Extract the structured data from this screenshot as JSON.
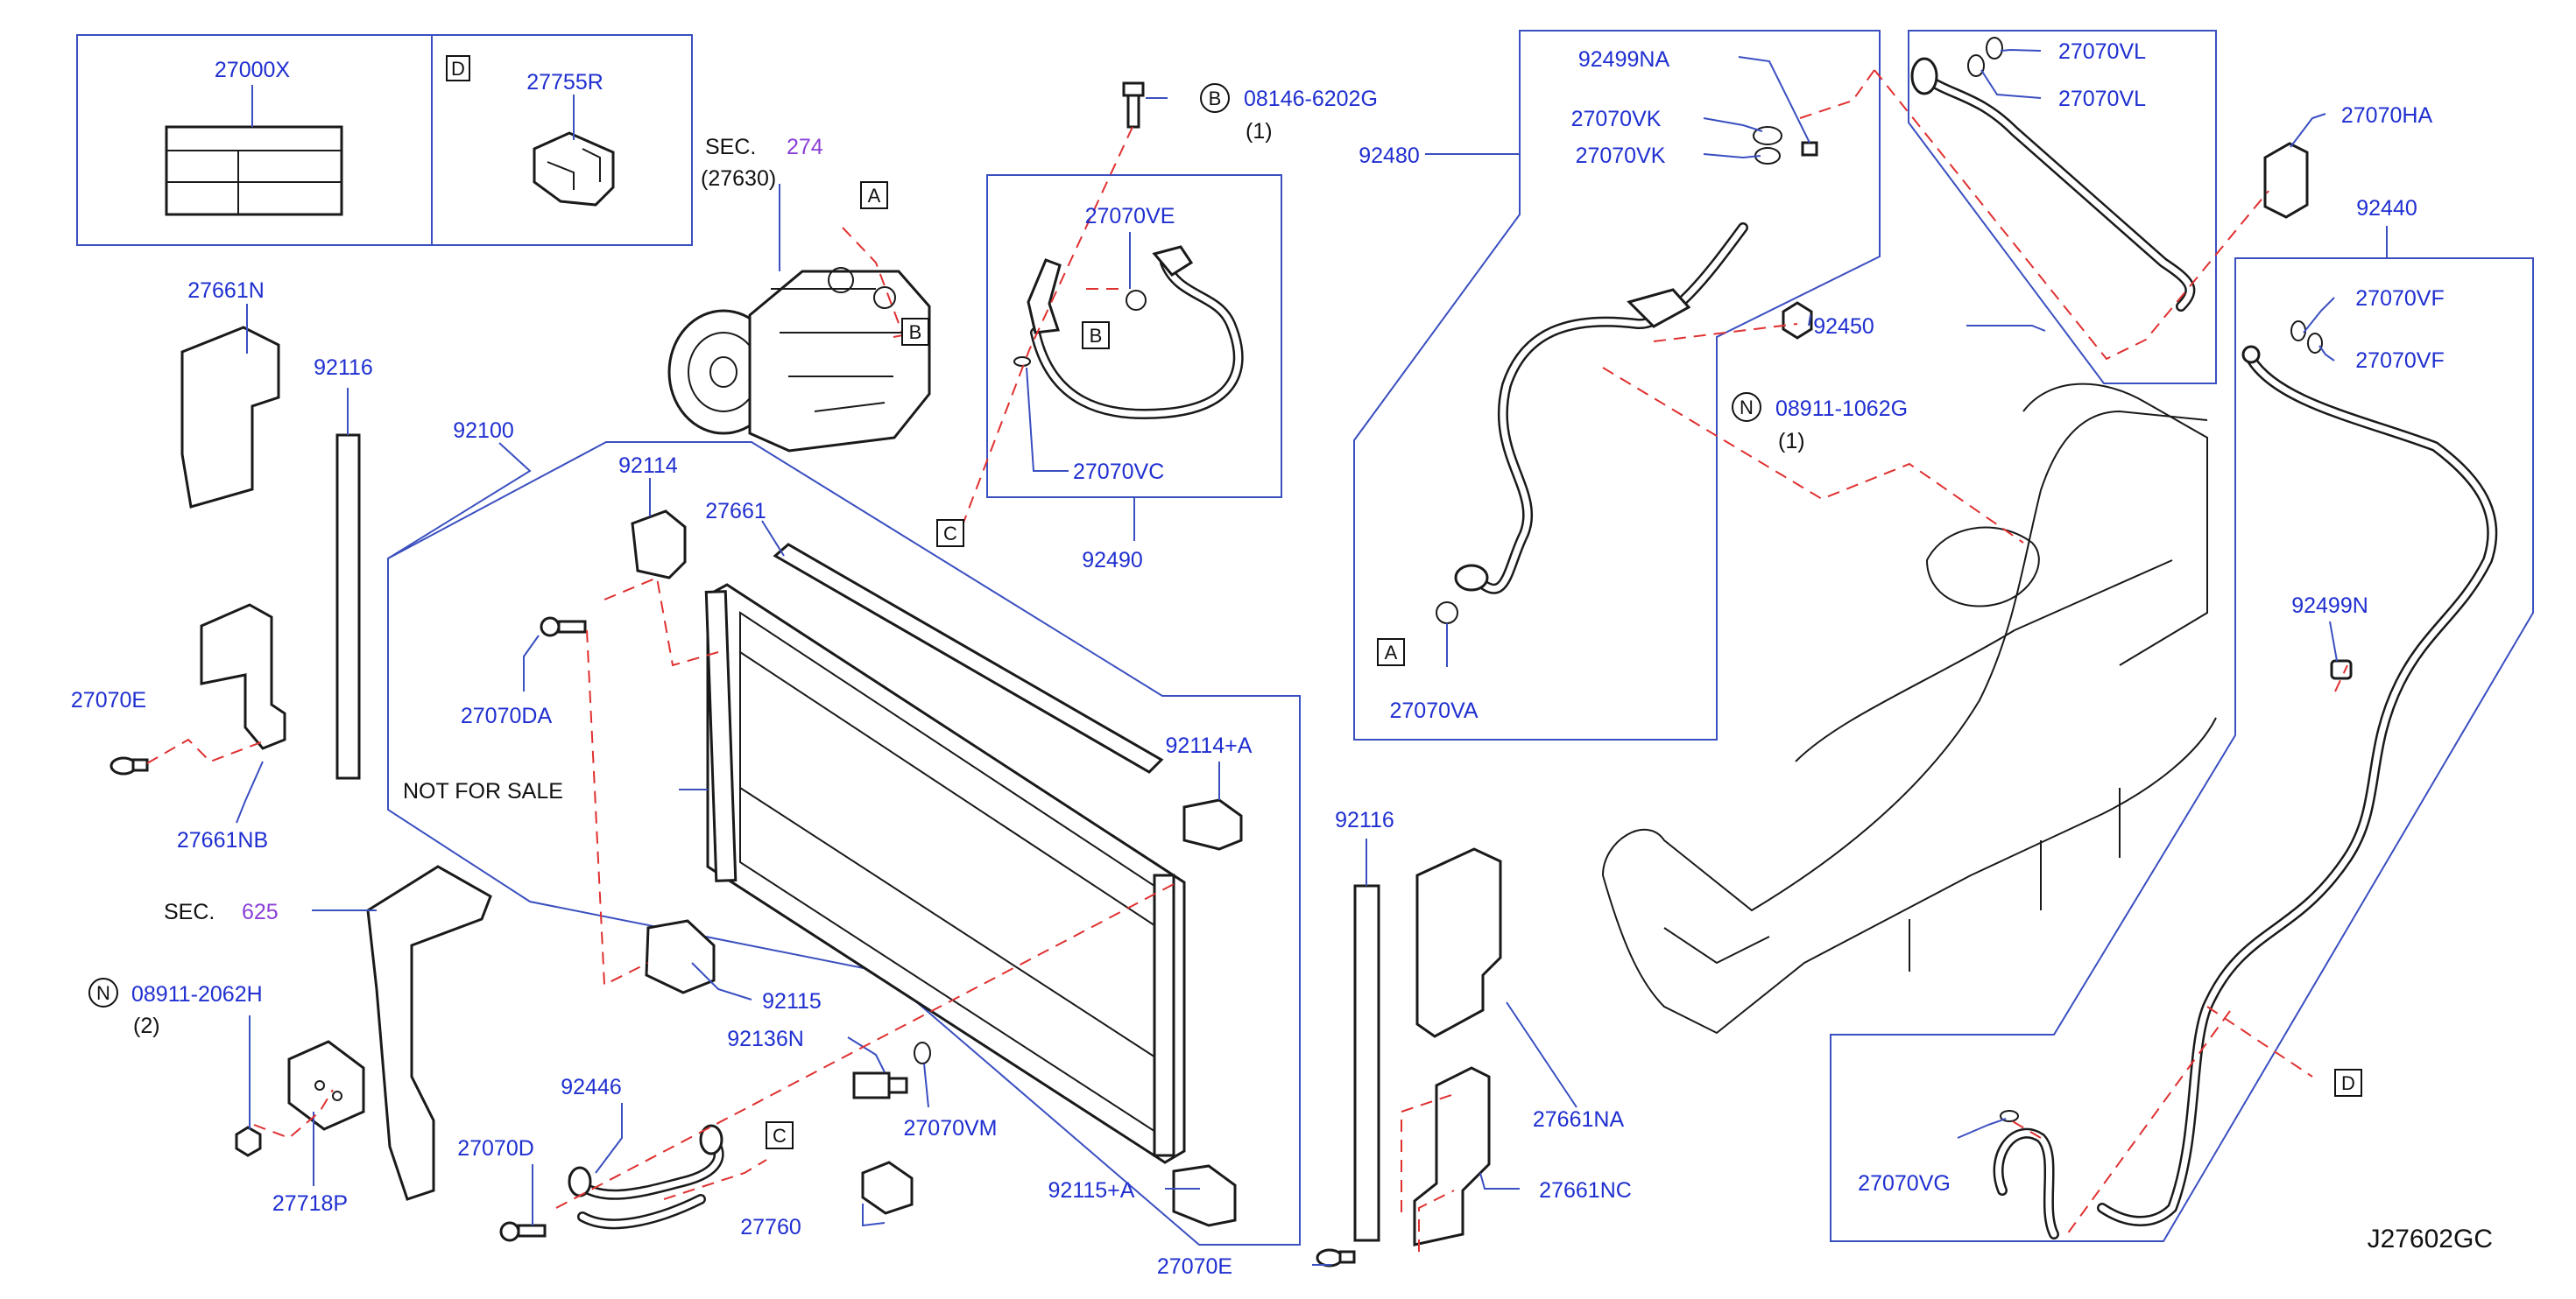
{
  "labels": {
    "p27000X": "27000X",
    "boxD_tag": "D",
    "p27755R": "27755R",
    "sec274_prefix": "SEC.",
    "sec274_num": "274",
    "sec274_ref": "(27630)",
    "tag_A_top": "A",
    "tag_B_top": "B",
    "p08146_sym": "B",
    "p08146": "08146-6202G",
    "p08146_qty": "(1)",
    "p27070VE": "27070VE",
    "tag_B_box": "B",
    "p27070VC": "27070VC",
    "tag_C_mid": "C",
    "p92490": "92490",
    "p27661N": "27661N",
    "p92116_left": "92116",
    "p92100": "92100",
    "p92114": "92114",
    "p27661": "27661",
    "p27070E_left": "27070E",
    "p27070DA": "27070DA",
    "p27661NB": "27661NB",
    "not_for_sale": "NOT   FOR   SALE",
    "p92114A": "92114+A",
    "sec625_prefix": "SEC.",
    "sec625_num": "625",
    "p08911_2062_sym": "N",
    "p08911_2062": "08911-2062H",
    "p08911_2062_qty": "(2)",
    "p92115": "92115",
    "p92136N": "92136N",
    "p27070VM": "27070VM",
    "p92446": "92446",
    "p27070D": "27070D",
    "tag_C_low": "C",
    "p27718P": "27718P",
    "p27760": "27760",
    "p92115A": "92115+A",
    "p92116_right": "92116",
    "p27661NA": "27661NA",
    "p27661NC": "27661NC",
    "p27070E_right": "27070E",
    "p92499NA": "92499NA",
    "p27070VK_1": "27070VK",
    "p27070VK_2": "27070VK",
    "p92480": "92480",
    "tag_A_box": "A",
    "p27070VA": "27070VA",
    "p27070VL_1": "27070VL",
    "p27070VL_2": "27070VL",
    "p27070HA": "27070HA",
    "p92440": "92440",
    "p27070VF_1": "27070VF",
    "p27070VF_2": "27070VF",
    "p92450": "92450",
    "p08911_1062_sym": "N",
    "p08911_1062": "08911-1062G",
    "p08911_1062_qty": "(1)",
    "p92499N": "92499N",
    "tag_D_right": "D",
    "p27070VG": "27070VG",
    "diagram_code": "J27602GC"
  },
  "colors": {
    "part_number_text": "#1f2fd0",
    "section_number_text": "#8a3fd6",
    "leader_lines": "#3a4fc0",
    "dashed_connectors": "#e03030",
    "artwork": "#1a1a1a"
  }
}
